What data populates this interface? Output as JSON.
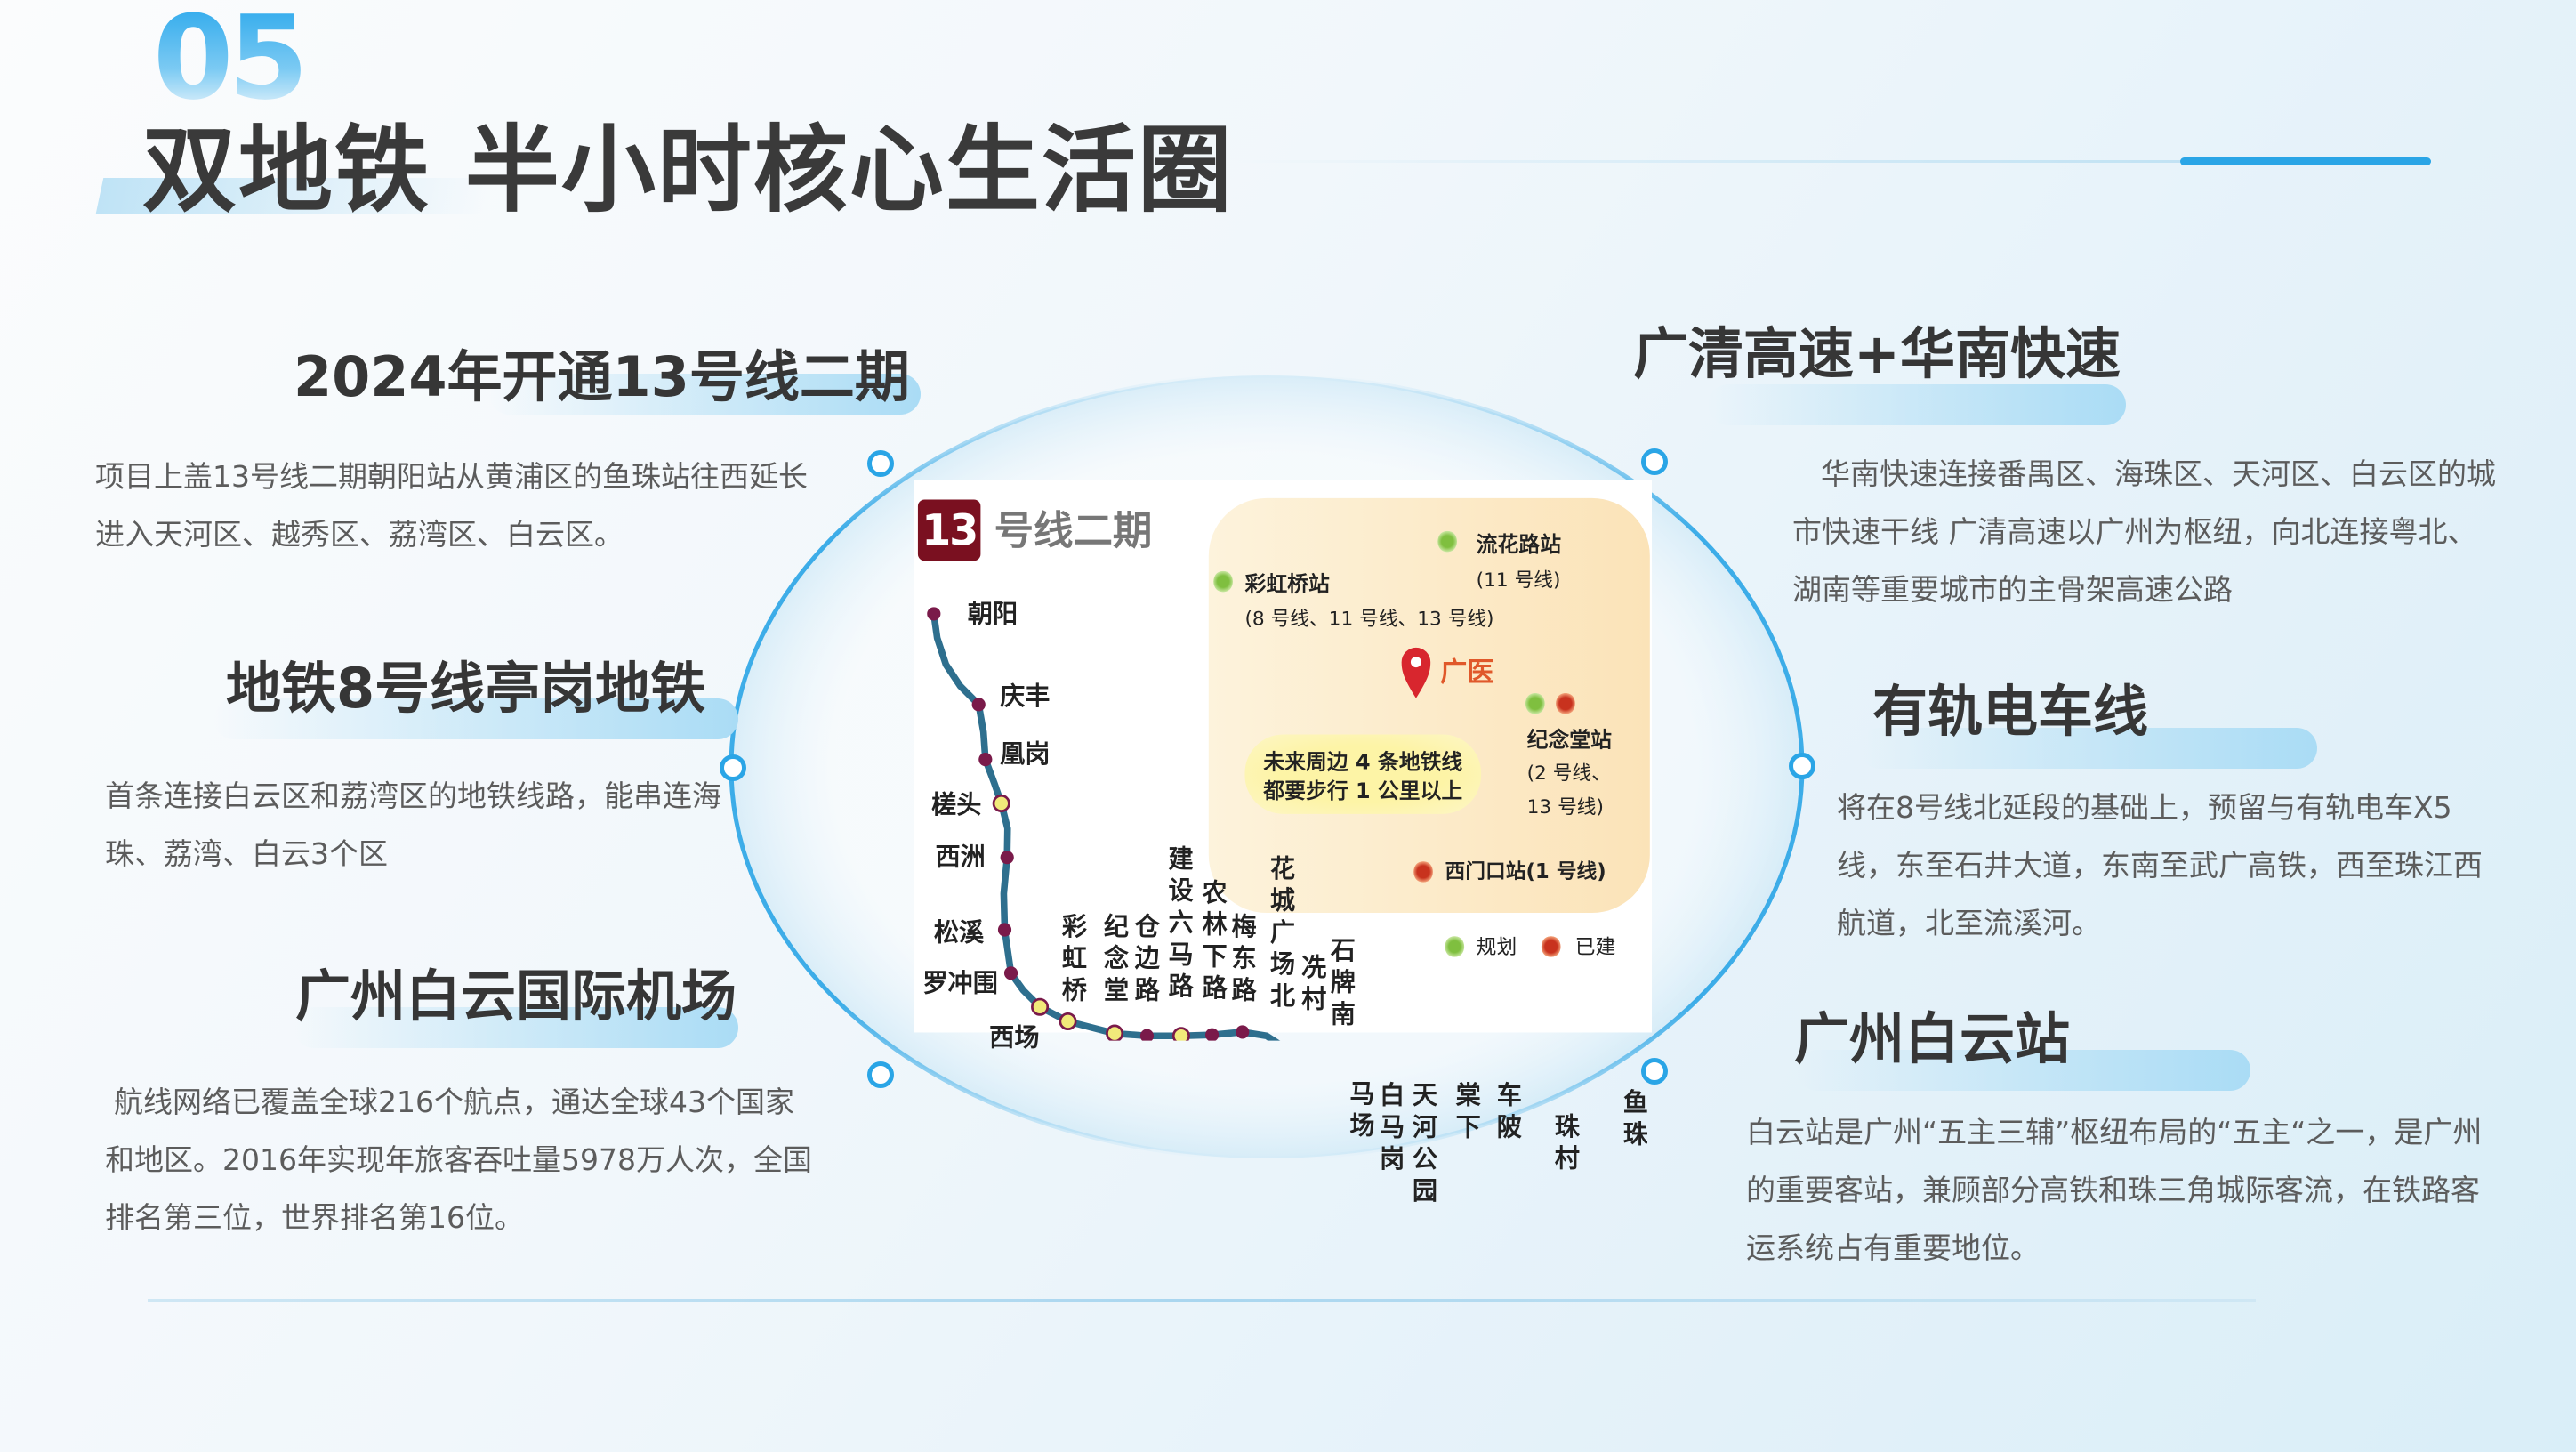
{
  "header": {
    "section_number": "05",
    "title": "双地铁 半小时核心生活圈"
  },
  "left": [
    {
      "heading": "2024年开通13号线二期",
      "body": "项目上盖13号线二期朝阳站从黄浦区的鱼珠站往西延长进入天河区、越秀区、荔湾区、白云区。"
    },
    {
      "heading": "地铁8号线亭岗地铁",
      "body": "首条连接白云区和荔湾区的地铁线路，能串连海珠、荔湾、白云3个区"
    },
    {
      "heading": "广州白云国际机场",
      "body": "航线网络已覆盖全球216个航点，通达全球43个国家和地区。2016年实现年旅客吞吐量5978万人次，全国排名第三位，世界排名第16位。"
    }
  ],
  "right": [
    {
      "heading": "广清高速+华南快速",
      "body": "华南快速连接番禺区、海珠区、天河区、白云区的城市快速干线 广清高速以广州为枢纽，向北连接粤北、湖南等重要城市的主骨架高速公路"
    },
    {
      "heading": "有轨电车线",
      "body": "将在8号线北延段的基础上，预留与有轨电车X5线，东至石井大道，东南至武广高铁，西至珠江西航道，北至流溪河。"
    },
    {
      "heading": "广州白云站",
      "body": "白云站是广州“五主三辅”枢纽布局的“五主“之一，是广州的重要客站，兼顾部分高铁和珠三角城际客流，在铁路客运系统占有重要地位。"
    }
  ],
  "map": {
    "badge": "13",
    "title": "号线二期",
    "line_color": "#2e6f8e",
    "station_color": "#7a1a4a",
    "badge_color": "#7a1020",
    "stations": [
      "朝阳",
      "庆丰",
      "凰岗",
      "槎头",
      "西洲",
      "松溪",
      "罗冲围",
      "西场",
      "彩虹桥",
      "纪念堂",
      "仓边路",
      "建设六马路",
      "农林下路",
      "梅东路",
      "花城广场北",
      "冼村",
      "石牌南",
      "马场",
      "白马岗",
      "天河公园",
      "棠下",
      "车陂",
      "珠村",
      "鱼珠"
    ],
    "poi": {
      "caihongqiao": {
        "name": "彩虹桥站",
        "lines": "(8 号线、11 号线、13 号线)"
      },
      "liuhualu": {
        "name": "流花路站",
        "lines": "(11 号线)"
      },
      "guangyi": "广医",
      "note1": "未来周边 4 条地铁线",
      "note2": "都要步行 1 公里以上",
      "jiniantang": {
        "name": "纪念堂站",
        "lines1": "(2 号线、",
        "lines2": "13 号线)"
      },
      "ximenkou": "西门口站(1 号线)"
    },
    "legend": {
      "planned": "规划",
      "built": "已建"
    }
  }
}
